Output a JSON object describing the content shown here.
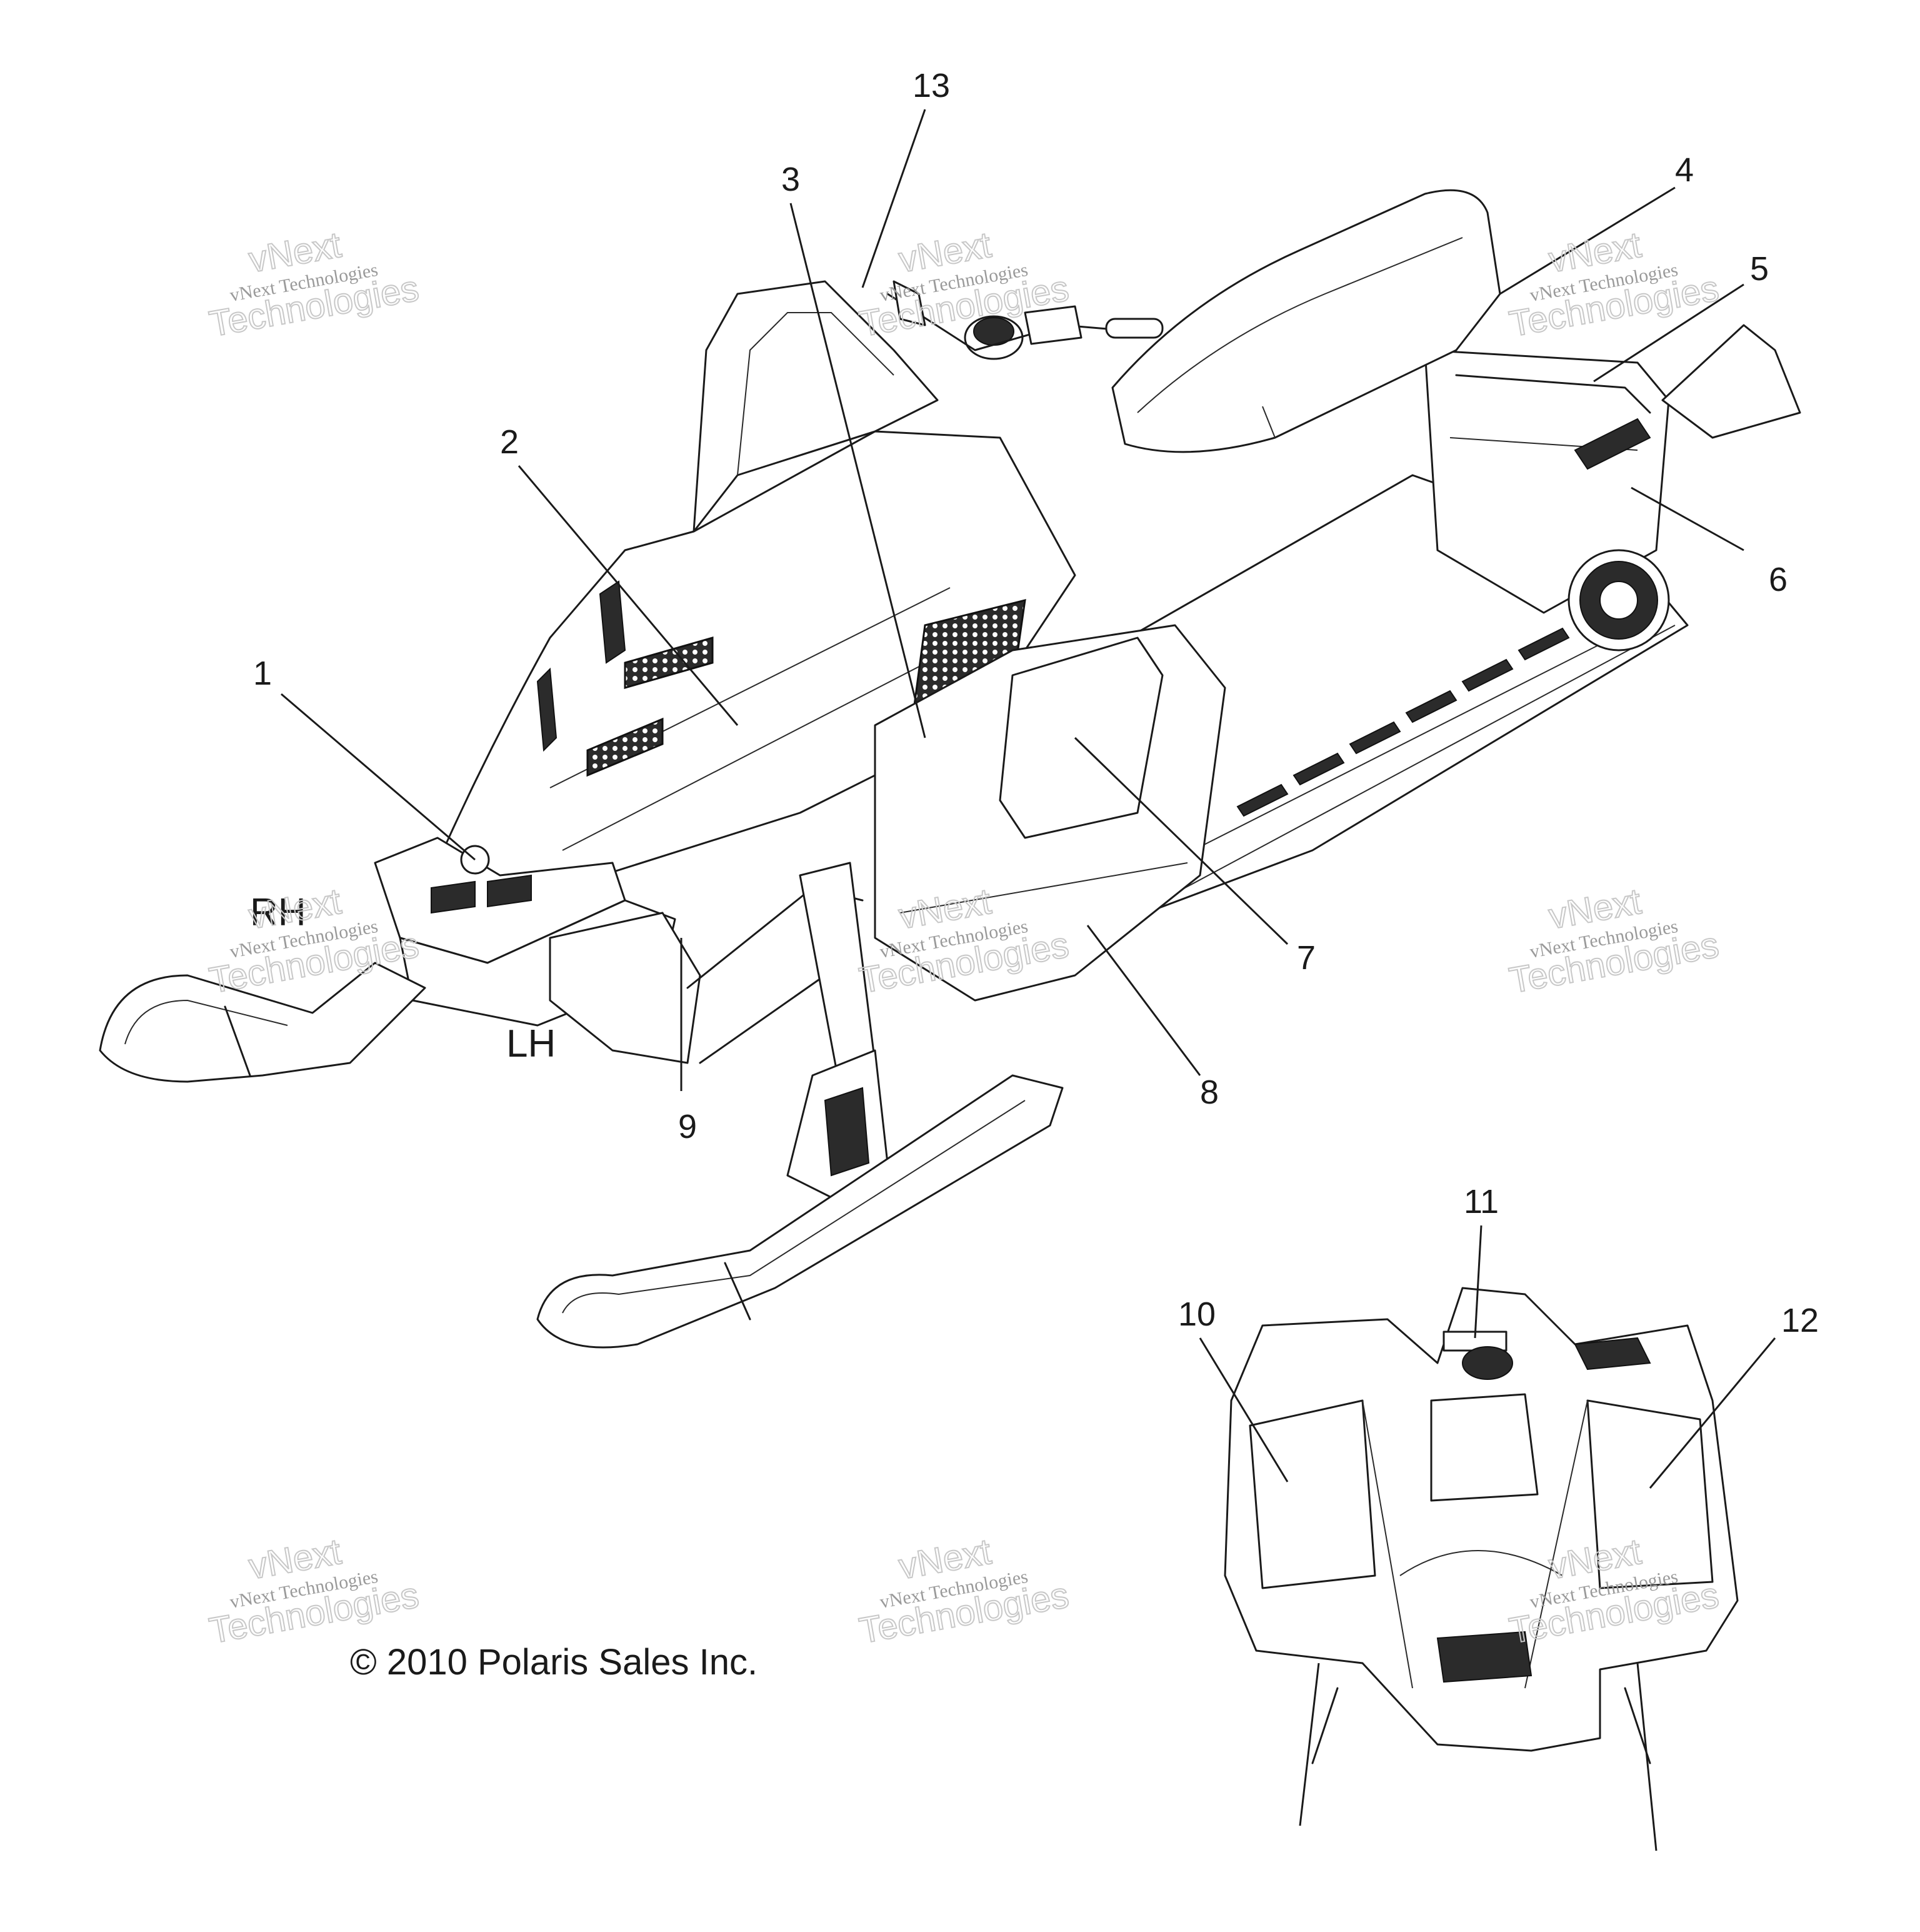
{
  "callouts": [
    "1",
    "2",
    "3",
    "4",
    "5",
    "6",
    "7",
    "8",
    "9",
    "10",
    "11",
    "12",
    "13"
  ],
  "side_labels": {
    "right": "RH",
    "left": "LH"
  },
  "copyright": "© 2010 Polaris Sales Inc.",
  "watermark": {
    "line1": "vNext",
    "line2": "vNext Technologies",
    "line3": "Technologies"
  }
}
